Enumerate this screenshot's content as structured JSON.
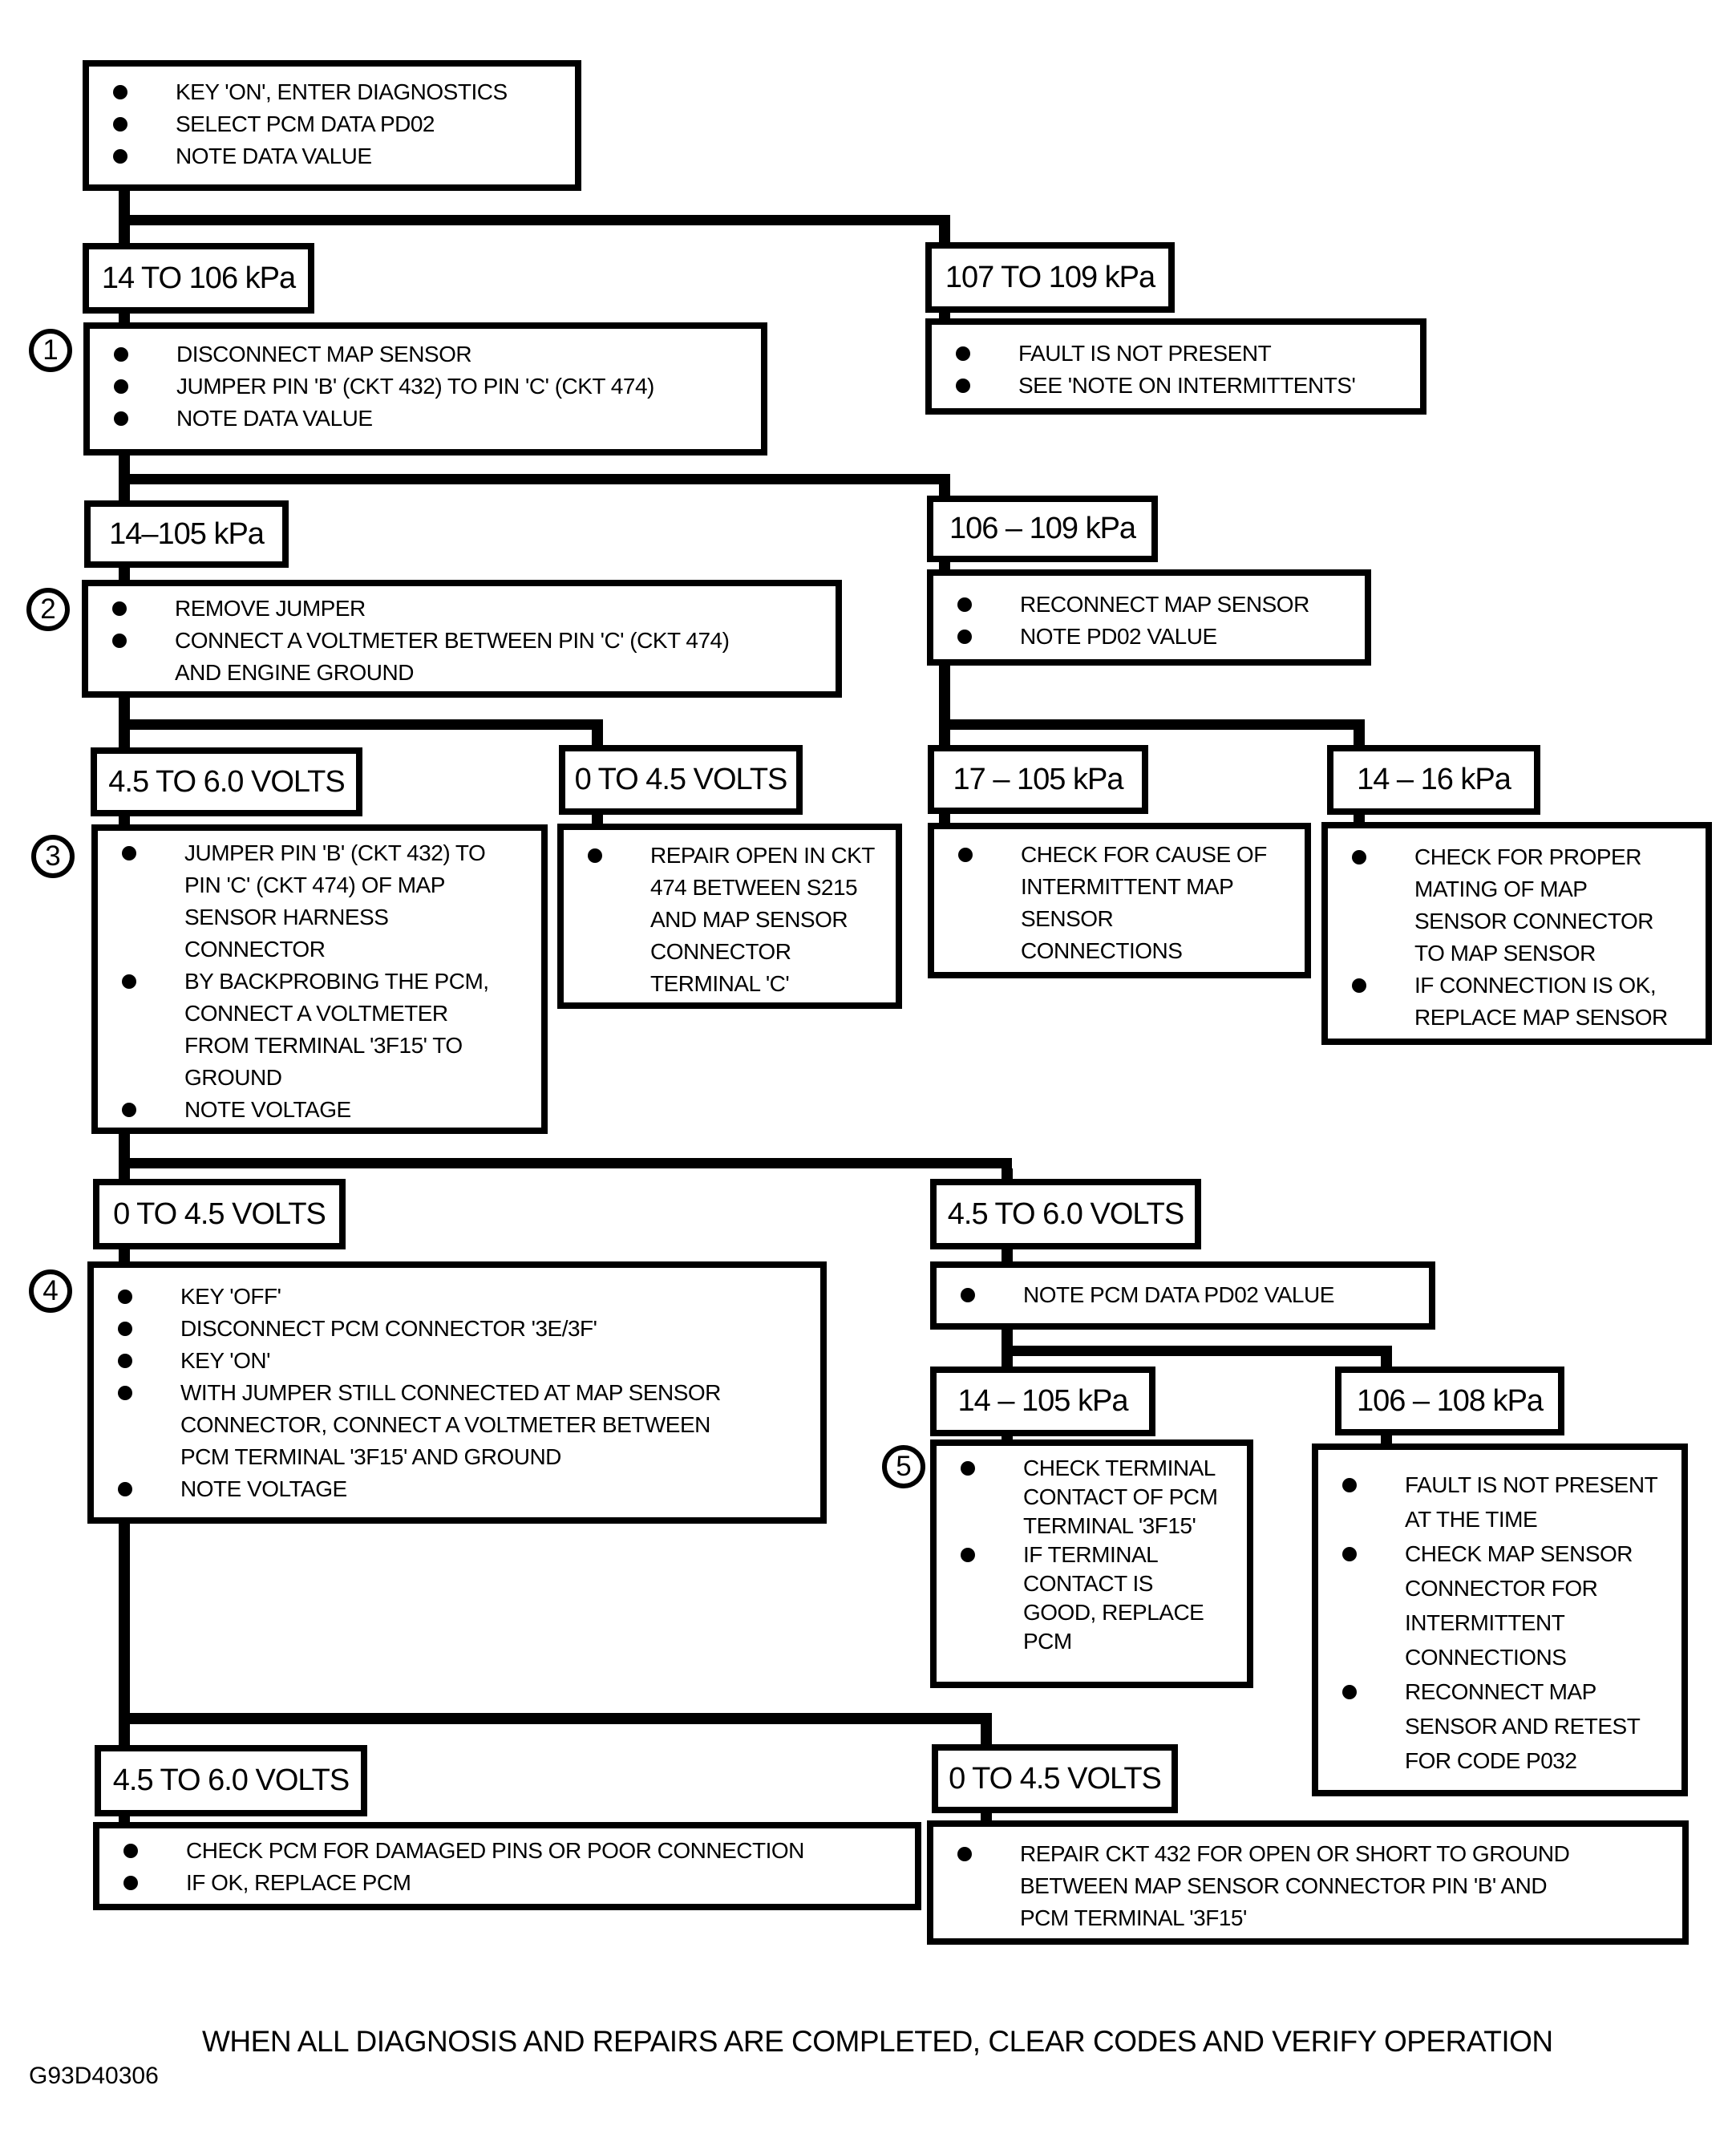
{
  "footer": {
    "note": "WHEN ALL DIAGNOSIS AND REPAIRS ARE COMPLETED, CLEAR CODES AND VERIFY OPERATION",
    "figure_code": "G93D40306"
  },
  "nodes": {
    "start": {
      "bullets": [
        "KEY 'ON', ENTER DIAGNOSTICS",
        "SELECT PCM DATA PD02",
        "NOTE DATA VALUE"
      ]
    },
    "range_14_to_106": {
      "label": "14 TO 106 kPa"
    },
    "range_107_to_109": {
      "label": "107 TO 109 kPa"
    },
    "step1": {
      "number": "1",
      "bullets": [
        "DISCONNECT MAP SENSOR",
        "JUMPER PIN 'B' (CKT 432) TO PIN 'C' (CKT 474)",
        "NOTE DATA VALUE"
      ]
    },
    "fault_not_present": {
      "bullets": [
        "FAULT IS NOT PRESENT",
        "SEE 'NOTE ON INTERMITTENTS'"
      ]
    },
    "range_14_105": {
      "label": "14–105 kPa"
    },
    "range_106_109": {
      "label": "106 – 109 kPa"
    },
    "step2": {
      "number": "2",
      "bullets": [
        "REMOVE JUMPER",
        "CONNECT A VOLTMETER BETWEEN PIN 'C' (CKT 474)\nAND ENGINE GROUND"
      ]
    },
    "reconnect_map_sensor": {
      "bullets": [
        "RECONNECT  MAP SENSOR",
        "NOTE PD02 VALUE"
      ]
    },
    "volts_45_60_a": {
      "label": "4.5 TO 6.0 VOLTS"
    },
    "volts_0_45_a": {
      "label": "0 TO 4.5 VOLTS"
    },
    "range_17_105": {
      "label": "17 – 105 kPa"
    },
    "range_14_16": {
      "label": "14 – 16 kPa"
    },
    "step3": {
      "number": "3",
      "bullets": [
        "JUMPER PIN 'B' (CKT 432) TO\nPIN 'C' (CKT 474) OF MAP\nSENSOR HARNESS\nCONNECTOR",
        "BY BACKPROBING THE PCM,\nCONNECT A VOLTMETER\nFROM TERMINAL '3F15' TO\nGROUND",
        "NOTE VOLTAGE"
      ]
    },
    "repair_open_ckt474": {
      "bullets": [
        "REPAIR OPEN IN CKT\n474 BETWEEN S215\nAND MAP SENSOR\nCONNECTOR\nTERMINAL 'C'"
      ]
    },
    "check_intermittent_cause": {
      "bullets": [
        "CHECK FOR CAUSE OF\nINTERMITTENT MAP\nSENSOR\nCONNECTIONS"
      ]
    },
    "check_proper_mating": {
      "bullets": [
        "CHECK FOR PROPER\nMATING OF MAP\nSENSOR CONNECTOR\nTO MAP SENSOR",
        "IF CONNECTION IS OK,\nREPLACE MAP SENSOR"
      ]
    },
    "volts_0_45_b": {
      "label": "0 TO 4.5 VOLTS"
    },
    "volts_45_60_b": {
      "label": "4.5 TO 6.0 VOLTS"
    },
    "step4": {
      "number": "4",
      "bullets": [
        "KEY 'OFF'",
        "DISCONNECT PCM CONNECTOR '3E/3F'",
        "KEY 'ON'",
        "WITH JUMPER STILL CONNECTED AT MAP SENSOR\nCONNECTOR, CONNECT A VOLTMETER BETWEEN\nPCM TERMINAL '3F15' AND GROUND",
        "NOTE VOLTAGE"
      ]
    },
    "note_pcm_pd02": {
      "bullets": [
        "NOTE PCM DATA PD02 VALUE"
      ]
    },
    "range_14_105_b": {
      "label": "14 – 105 kPa"
    },
    "range_106_108": {
      "label": "106 – 108 kPa"
    },
    "step5": {
      "number": "5",
      "bullets": [
        "CHECK TERMINAL\nCONTACT OF PCM\nTERMINAL '3F15'",
        "IF TERMINAL\nCONTACT IS\nGOOD, REPLACE\nPCM"
      ]
    },
    "fault_not_present_at_time": {
      "bullets": [
        "FAULT IS NOT PRESENT\nAT THE TIME",
        "CHECK MAP SENSOR\nCONNECTOR FOR\nINTERMITTENT\nCONNECTIONS",
        "RECONNECT MAP\nSENSOR AND RETEST\nFOR CODE P032"
      ]
    },
    "volts_45_60_c": {
      "label": "4.5 TO 6.0 VOLTS"
    },
    "volts_0_45_c": {
      "label": "0 TO 4.5 VOLTS"
    },
    "check_pcm_pins": {
      "bullets": [
        "CHECK PCM FOR DAMAGED PINS OR POOR CONNECTION",
        "IF OK,  REPLACE PCM"
      ]
    },
    "repair_ckt432": {
      "bullets": [
        "REPAIR CKT 432 FOR OPEN OR SHORT TO GROUND\nBETWEEN MAP SENSOR CONNECTOR PIN 'B' AND\nPCM TERMINAL '3F15'"
      ]
    }
  }
}
